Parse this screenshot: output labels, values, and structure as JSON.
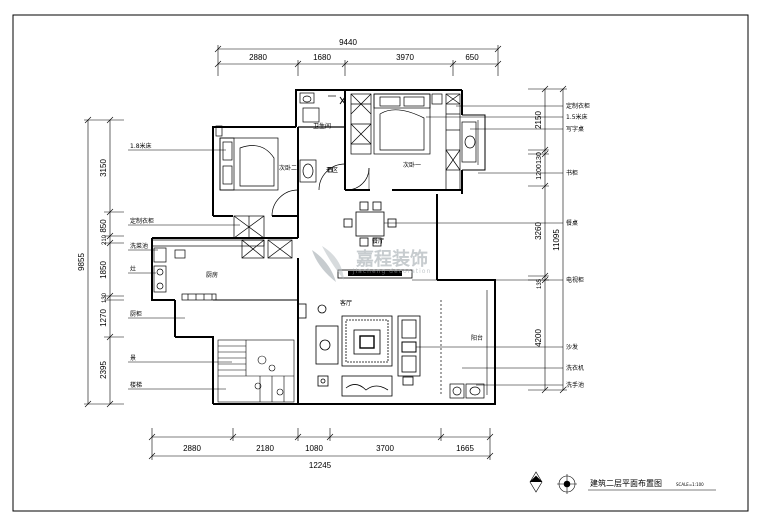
{
  "dimensions": {
    "top_total": "9440",
    "top": [
      "2880",
      "1680",
      "3970",
      "650"
    ],
    "bottom": [
      "2880",
      "2180",
      "1080",
      "3700",
      "1665"
    ],
    "bottom_total": "12245",
    "left": [
      "3150",
      "850",
      "210",
      "1850",
      "130",
      "1270",
      "2395"
    ],
    "left_total": "9855",
    "right": [
      "2150",
      "130",
      "1200",
      "3260",
      "135",
      "4200"
    ],
    "right_total": "11095"
  },
  "rooms": {
    "bedroom2": "次卧二",
    "bedroom1": "次卧一",
    "bathroom": "卫生间",
    "dry_area": "干区",
    "dining": "餐厅",
    "kitchen": "厨房",
    "living": "客厅",
    "balcony": "阳台"
  },
  "left_labels": [
    "1.8米床",
    "定制衣柜",
    "洗菜池",
    "灶",
    "厨柜",
    "景",
    "楼梯"
  ],
  "right_labels": [
    "定制衣柜",
    "1.5米床",
    "写字桌",
    "书柜",
    "餐桌",
    "电视柜",
    "沙发",
    "洗衣机",
    "洗手池"
  ],
  "watermark": {
    "name": "嘉程装饰",
    "sub": "Jiacheng decoration"
  },
  "title": "建筑二层平面布置图",
  "scale": "SCALE=1:100"
}
